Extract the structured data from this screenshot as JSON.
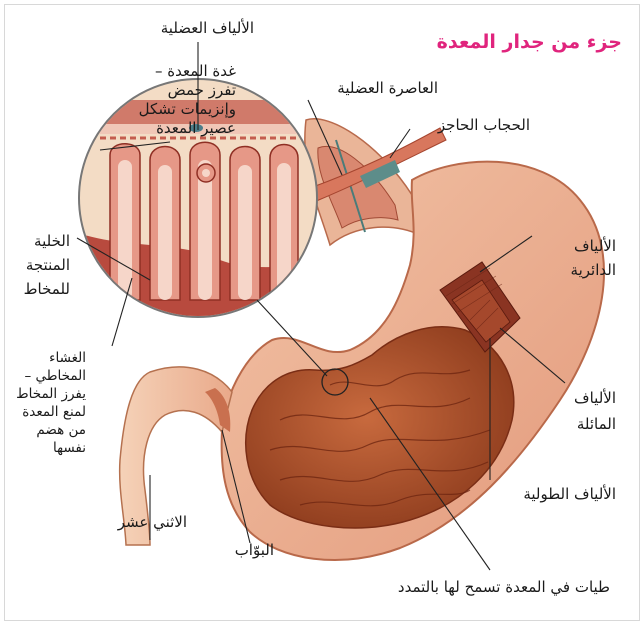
{
  "title": "جزء من جدار المعدة",
  "colors": {
    "title": "#e0247d",
    "stomach_outer": "#e6a184",
    "stomach_inner": "#b5512c",
    "muscle": "#8a3422",
    "lens_bg": "#f4dcc7",
    "leader_line": "#222222"
  },
  "labels": {
    "muscle_fibres": "الألياف العضلية",
    "gastric_gland": [
      "غدة المعدة –",
      "تفرز حمض",
      "وإنزيمات تشكل",
      "عصير المعدة"
    ],
    "muscular_sphincter": "العاصرة العضلية",
    "diaphragm": "الحجاب الحاجز",
    "mucus_cell": [
      "الخلية",
      "المنتجة",
      "للمخاط"
    ],
    "circular_fibres": [
      "الألياف",
      "الدائرية"
    ],
    "mucosa": [
      "الغشاء",
      "المخاطي –",
      "يفرز المخاط",
      "لمنع المعدة",
      "من هضم",
      "نفسها"
    ],
    "oblique_fibres": [
      "الألياف",
      "المائلة"
    ],
    "longitudinal_fibres": "الألياف الطولية",
    "duodenum": "الاثني عشر",
    "pylorus": "البوّاب",
    "rugae": "طيات في المعدة تسمح لها بالتمدد"
  }
}
